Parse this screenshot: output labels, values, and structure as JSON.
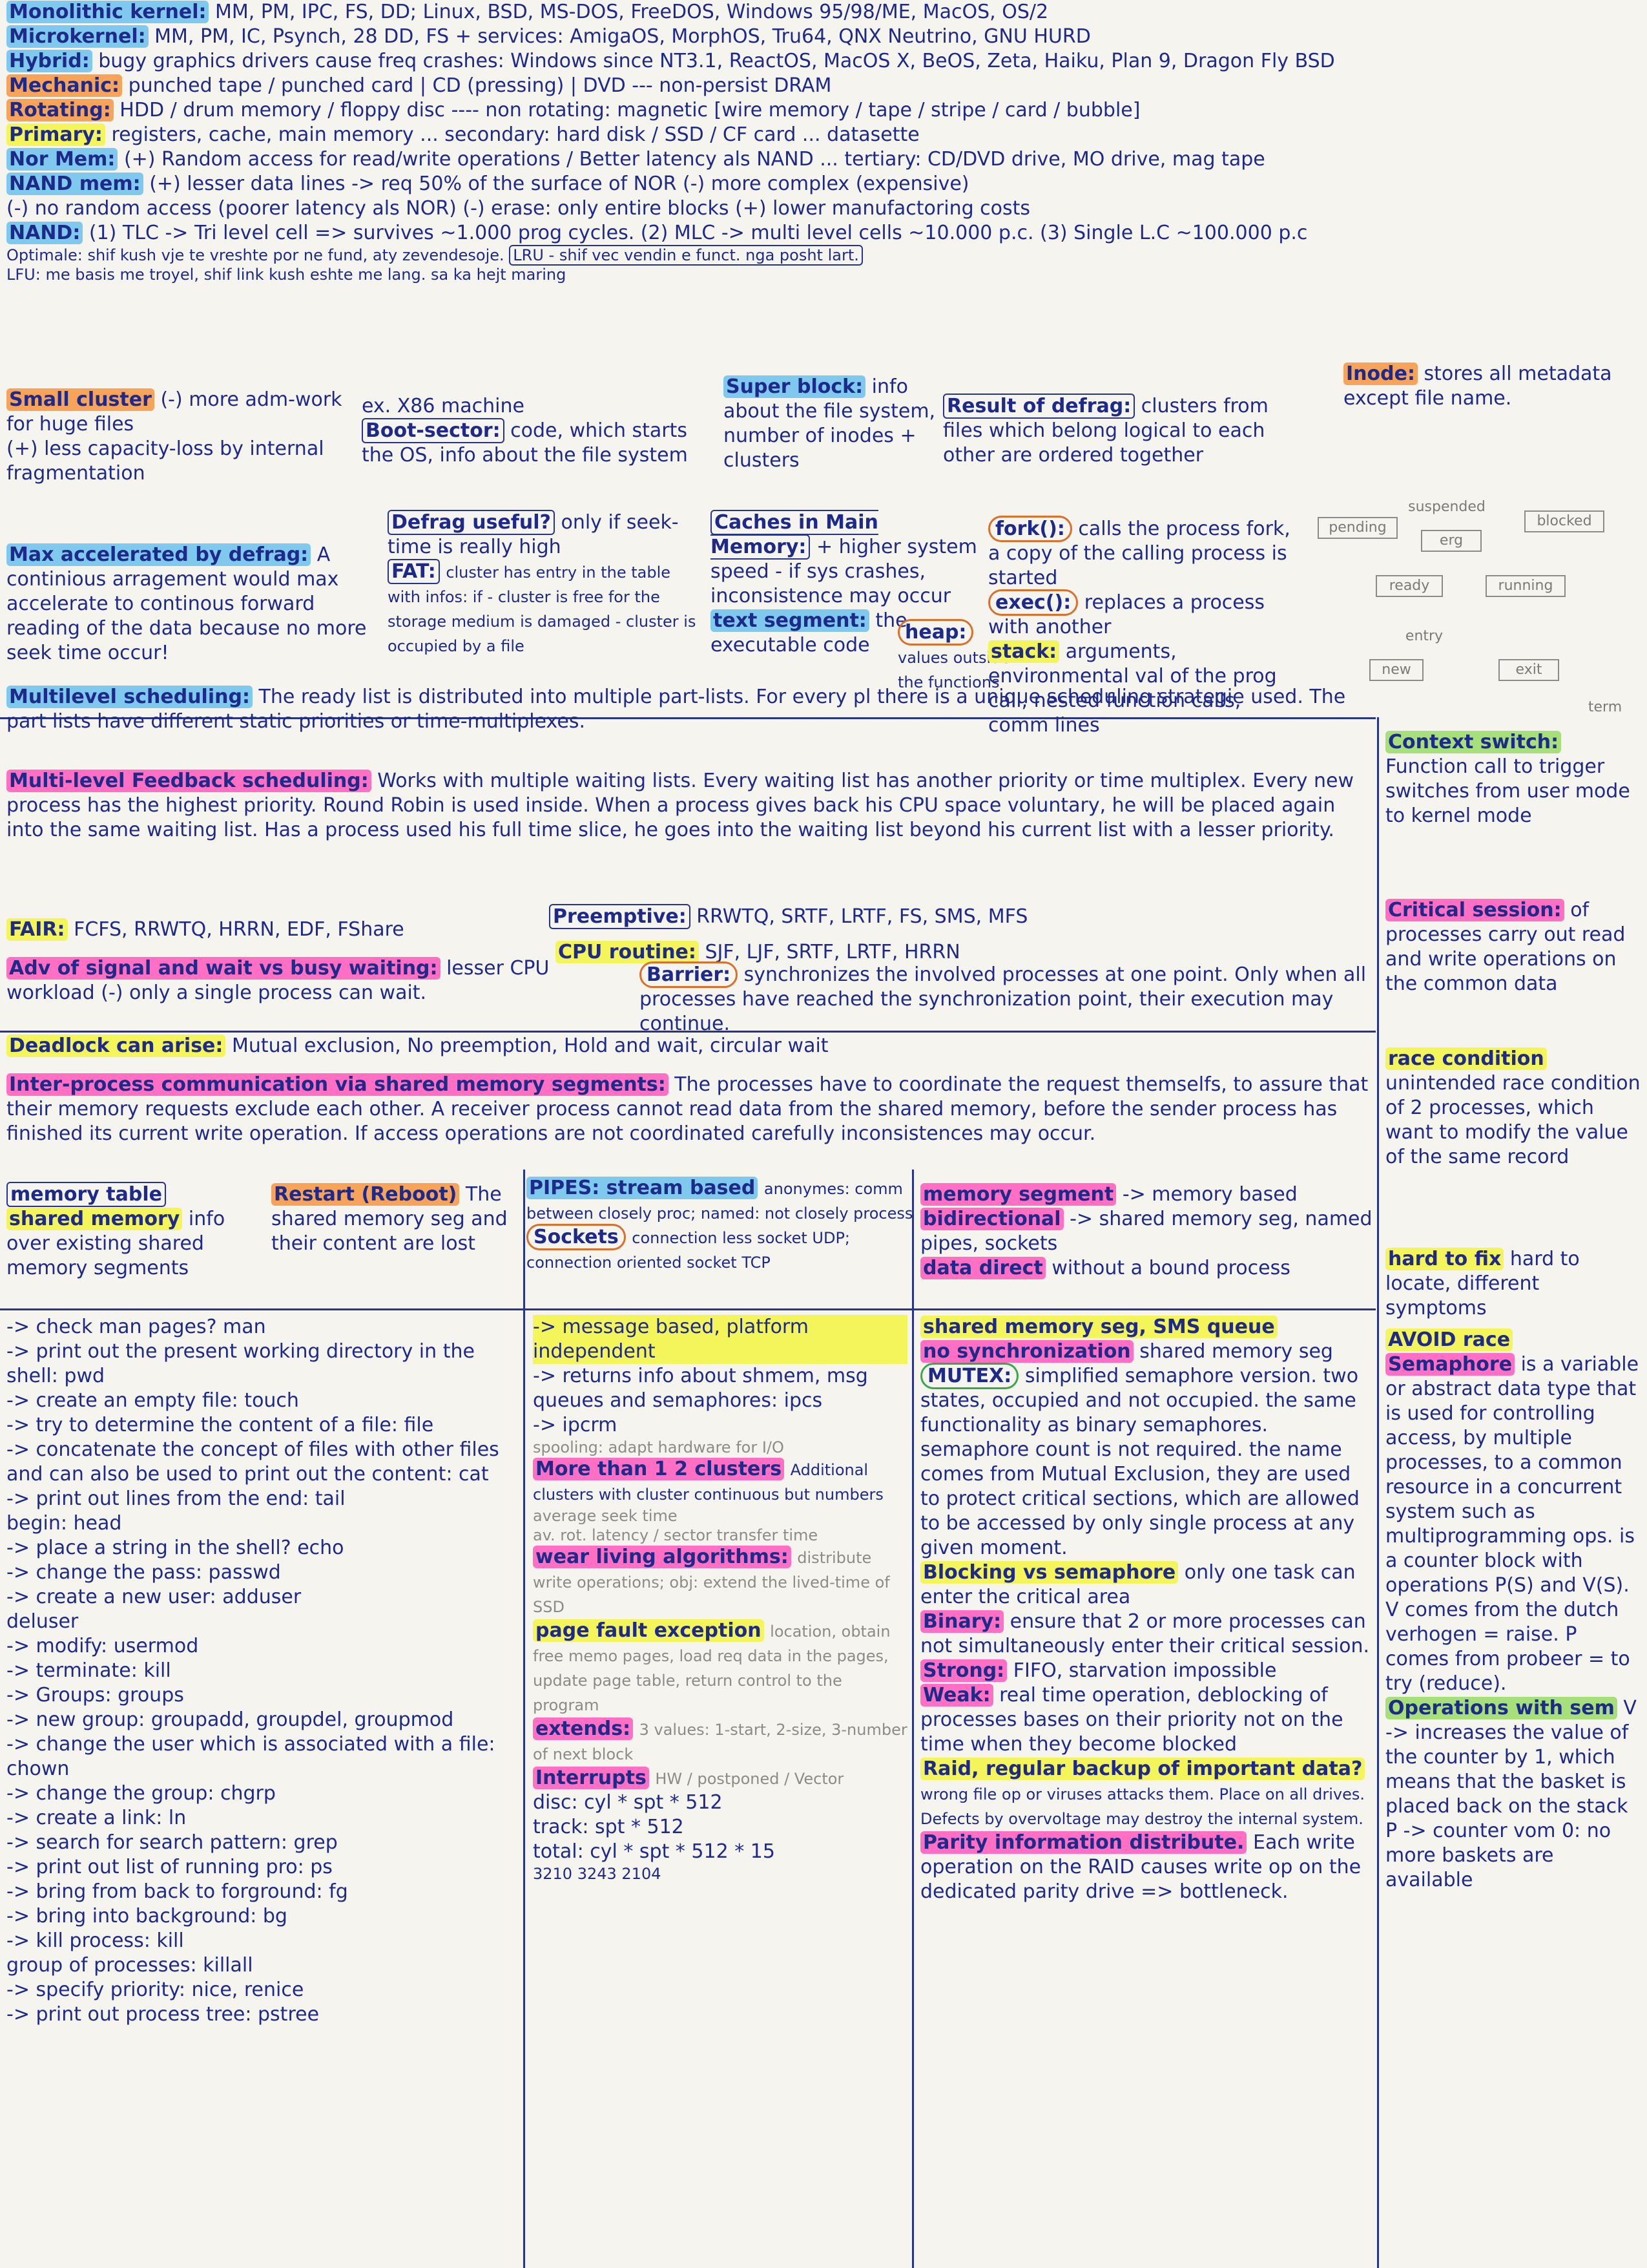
{
  "top": {
    "l1_key": "Monolithic kernel:",
    "l1_text": "MM, PM, IPC, FS, DD; Linux, BSD, MS-DOS, FreeDOS, Windows 95/98/ME, MacOS, OS/2",
    "l2_key": "Microkernel:",
    "l2_text": "MM, PM, IC, Psynch, 28 DD, FS + services: AmigaOS, MorphOS, Tru64, QNX Neutrino, GNU HURD",
    "l3_key": "Hybrid:",
    "l3_text": "bugy graphics drivers cause freq crashes: Windows since NT3.1, ReactOS, MacOS X, BeOS, Zeta, Haiku, Plan 9, Dragon Fly BSD",
    "l4_key": "Mechanic:",
    "l4_text": "punched tape / punched card | CD (pressing) | DVD --- non-persist DRAM",
    "l5_key": "Rotating:",
    "l5_text": "HDD / drum memory / floppy disc ---- non rotating: magnetic [wire memory / tape / stripe / card / bubble]",
    "l6_key": "Primary:",
    "l6_text": "registers, cache, main memory ... secondary: hard disk / SSD / CF card ... datasette",
    "l7_key": "Nor Mem:",
    "l7_text": "(+) Random access for read/write operations / Better latency als NAND ... tertiary: CD/DVD drive, MO drive, mag tape",
    "l8_key": "NAND mem:",
    "l8_text": "(+) lesser data lines -> req 50% of the surface of NOR (-) more complex (expensive)",
    "l9_text": "(-) no random access (poorer latency als NOR) (-) erase: only entire blocks (+) lower manufactoring costs",
    "l10_key": "NAND:",
    "l10_text": "(1) TLC -> Tri level cell => survives ~1.000 prog cycles. (2) MLC -> multi level cells ~10.000 p.c. (3) Single L.C ~100.000 p.c",
    "l11_text": "Optimale: shif kush vje te vreshte por ne fund, aty zevendesoje.",
    "l11_lru": "LRU - shif vec vendin e funct. nga posht lart.",
    "l12_text": "LFU: me basis me troyel, shif link kush eshte me lang. sa ka hejt maring"
  },
  "clusters": {
    "small": "Small cluster",
    "small_minus": "(-) more adm-work for huge files",
    "small_plus": "(+) less capacity-loss by internal fragmentation",
    "boot_key": "Boot-sector:",
    "boot_text": "code, which starts the OS, info about the file system",
    "x86": "ex. X86 machine",
    "super_key": "Super block:",
    "super_text": "info about the file system, number of inodes + clusters",
    "defrag_key": "Result of defrag:",
    "defrag_text": "clusters from files which belong logical to each other are ordered together",
    "inode_key": "Inode:",
    "inode_text": "stores all metadata except file name."
  },
  "middle": {
    "max_key": "Max accelerated by defrag:",
    "max_text": "A continious arragement would max accelerate to continous forward reading of the data because no more seek time occur!",
    "defrag_useful_key": "Defrag useful?",
    "defrag_useful_text": "only if seek-time is really high",
    "fat_key": "FAT:",
    "fat_text": "cluster has entry in the table with infos: if - cluster is free for the storage medium is damaged - cluster is occupied by a file",
    "caches_key": "Caches in Main Memory:",
    "caches_text": "+ higher system speed - if sys crashes, inconsistence may occur",
    "text_segment_key": "text segment:",
    "text_segment_text": "the executable code",
    "heap_key": "heap:",
    "heap_text": "values outside the functions",
    "fork_key": "fork():",
    "fork_text": "calls the process fork, a copy of the calling process is started",
    "exec_key": "exec():",
    "exec_text": "replaces a process with another",
    "stack_key": "stack:",
    "stack_text": "arguments, environmental val of the prog call, nested function calls, comm lines"
  },
  "states": {
    "pending": "pending",
    "suspended": "suspended",
    "blocked": "blocked",
    "erg": "erg",
    "ready": "ready",
    "running": "running",
    "entry": "entry",
    "new": "new",
    "exit": "exit",
    "term": "term"
  },
  "sched": {
    "multilevel_key": "Multilevel scheduling:",
    "multilevel_text": "The ready list is distributed into multiple part-lists. For every pl there is a unique scheduling strategie used. The part lists have different static priorities or time-multiplexes.",
    "feedback_key": "Multi-level Feedback scheduling:",
    "feedback_text": "Works with multiple waiting lists. Every waiting list has another priority or time multiplex. Every new process has the highest priority. Round Robin is used inside. When a process gives back his CPU space voluntary, he will be placed again into the same waiting list. Has a process used his full time slice, he goes into the waiting list beyond his current list with a lesser priority.",
    "preemptive_key": "Preemptive:",
    "preemptive_text": "RRWTQ, SRTF, LRTF, FS, SMS, MFS",
    "fair_key": "FAIR:",
    "fair_text": "FCFS, RRWTQ, HRRN, EDF, FShare",
    "cpu_key": "CPU routine:",
    "cpu_text": "SJF, LJF, SRTF, LRTF, HRRN",
    "adv_key": "Adv of signal and wait vs busy waiting:",
    "adv_text": "lesser CPU workload (-) only a single process can wait.",
    "barrier_key": "Barrier:",
    "barrier_text": "synchronizes the involved processes at one point. Only when all processes have reached the synchronization point, their execution may continue.",
    "context_key": "Context switch:",
    "context_text": "Function call to trigger switches from user mode to kernel mode",
    "critical_key": "Critical session:",
    "critical_text": "of processes carry out read and write operations on the common data"
  },
  "ipc": {
    "deadlock_key": "Deadlock can arise:",
    "deadlock_text": "Mutual exclusion, No preemption, Hold and wait, circular wait",
    "ipc_key": "Inter-process communication via shared memory segments:",
    "ipc_text": "The processes have to coordinate the request themselfs, to assure that their memory requests exclude each other. A receiver process cannot read data from the shared memory, before the sender process has finished its current write operation. If access operations are not coordinated carefully inconsistences may occur.",
    "race_key": "race condition",
    "race_text": "unintended race condition of 2 processes, which want to modify the value of the same record",
    "shared_key": "shared memory",
    "shared_text": "info over existing shared memory segments",
    "table_key": "memory table",
    "restart_key": "Restart (Reboot)",
    "restart_text": "The shared memory seg and their content are lost",
    "pipes_key": "PIPES: stream based",
    "pipes_text": "anonymes: comm between closely proc; named: not closely process",
    "sockets_key": "Sockets",
    "sockets_text": "connection less socket UDP; connection oriented socket TCP",
    "memseg_key": "memory segment",
    "memseg_text": "-> memory based",
    "bidir_key": "bidirectional",
    "bidir_text": "-> shared memory seg, named pipes, sockets",
    "direct_key": "data direct",
    "direct_text": "without a bound process",
    "hard_key": "hard to fix",
    "hard_text": "hard to locate, different symptoms"
  },
  "cmds": {
    "man": "-> check man pages? man",
    "pwd": "-> print out the present working directory in the shell: pwd",
    "touch": "-> create an empty file: touch",
    "file": "-> try to determine the content of a file: file",
    "cat": "-> concatenate the concept of files with other files and can also be used to print out the content: cat",
    "tail": "-> print out lines from the end: tail",
    "head": "begin: head",
    "echo": "-> place a string in the shell? echo",
    "passwd": "-> change the pass: passwd",
    "adduser": "-> create a new user: adduser",
    "deluser": "deluser",
    "usermod": "-> modify: usermod",
    "kill": "-> terminate: kill",
    "groups": "-> Groups: groups",
    "groupadd": "-> new group: groupadd, groupdel, groupmod",
    "chown": "-> change the user which is associated with a file: chown",
    "chgrp": "-> change the group: chgrp",
    "ln": "-> create a link: ln",
    "grep": "-> search for search pattern: grep",
    "ps": "-> print out list of running pro: ps",
    "fg": "-> bring from back to forground: fg",
    "bg": "-> bring into background: bg",
    "killp": "-> kill process: kill",
    "killall": "group of processes: killall",
    "nice": "-> specify priority: nice, renice",
    "pstree": "-> print out process tree: pstree"
  },
  "col2": {
    "message": "-> message based, platform independent",
    "ipcs": "-> returns info about shmem, msg queues and semaphores: ipcs",
    "ipcrm": "-> ipcrm",
    "spooling": "spooling: adapt hardware for I/O",
    "more_key": "More than 1 2 clusters",
    "more_text": "Additional clusters with cluster continuous but numbers",
    "seek": "average seek time",
    "rot": "av. rot. latency / sector transfer time",
    "wear_key": "wear living algorithms:",
    "wear_text": "distribute write operations; obj: extend the lived-time of SSD",
    "fault_key": "page fault exception",
    "fault_text": "location, obtain free memo pages, load req data in the pages, update page table, return control to the program",
    "extends_key": "extends:",
    "extends_text": "3 values: 1-start, 2-size, 3-number of next block",
    "interrupts_key": "Interrupts",
    "interrupts_text": "HW / postponed / Vector",
    "disc": "disc: cyl * spt * 512",
    "track": "track: spt * 512",
    "total": "total: cyl * spt * 512 * 15",
    "numbers": "3210 3243 2104"
  },
  "col3": {
    "shared_seg_key": "shared memory seg, SMS queue",
    "sync_key": "no synchronization",
    "sync_text": "shared memory seg",
    "mutex_key": "MUTEX:",
    "mutex_text": "simplified semaphore version. two states, occupied and not occupied. the same functionality as binary semaphores. semaphore count is not required. the name comes from Mutual Exclusion, they are used to protect critical sections, which are allowed to be accessed by only single process at any given moment.",
    "blocking_key": "Blocking vs semaphore",
    "blocking_text": "only one task can enter the critical area",
    "binary_key": "Binary:",
    "binary_text": "ensure that 2 or more processes can not simultaneously enter their critical session.",
    "strong_key": "Strong:",
    "strong_text": "FIFO, starvation impossible",
    "weak_key": "Weak:",
    "weak_text": "real time operation, deblocking of processes bases on their priority not on the time when they become blocked",
    "raid_key": "Raid, regular backup of important data?",
    "raid_text": "wrong file op or viruses attacks them. Place on all drives. Defects by overvoltage may destroy the internal system.",
    "parity_key": "Parity information distribute.",
    "parity_text": "Each write operation on the RAID causes write op on the dedicated parity drive => bottleneck."
  },
  "col4": {
    "avoid_key": "AVOID race",
    "sem_key": "Semaphore",
    "sem_text": "is a variable or abstract data type that is used for controlling access, by multiple processes, to a common resource in a concurrent system such as multiprogramming ops. is a counter block with operations P(S) and V(S). V comes from the dutch verhogen = raise. P comes from probeer = to try (reduce).",
    "ops_key": "Operations with sem",
    "ops_text": "V -> increases the value of the counter by 1, which means that the basket is placed back on the stack",
    "p_text": "P -> counter vom 0: no more baskets are available"
  }
}
